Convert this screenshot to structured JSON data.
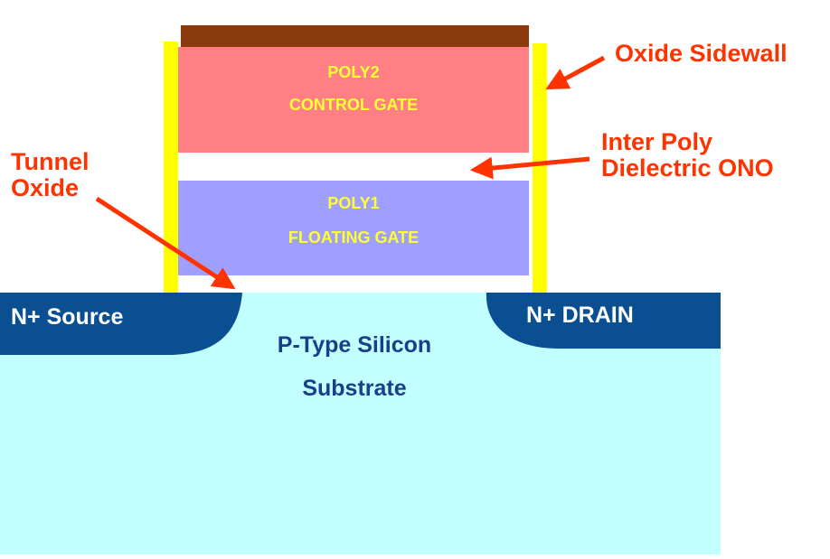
{
  "gate_stack": {
    "poly2_line1": "POLY2",
    "poly2_line2": "CONTROL GATE",
    "poly1_line1": "POLY1",
    "poly1_line2": "FLOATING GATE"
  },
  "callouts": {
    "oxide_sidewall": "Oxide Sidewall",
    "inter_poly_line1": "Inter Poly",
    "inter_poly_line2": "Dielectric ONO",
    "tunnel_oxide_line1": "Tunnel",
    "tunnel_oxide_line2": "Oxide"
  },
  "regions": {
    "source": "N+ Source",
    "drain": "N+ DRAIN",
    "substrate_line1": "P-Type Silicon",
    "substrate_line2": "Substrate"
  },
  "colors": {
    "top_contact": "#8b3a0e",
    "control_gate": "#ff7f85",
    "floating_gate": "#9f9fff",
    "sidewall": "#ffff00",
    "substrate": "#c2ffff",
    "n_plus": "#0a4f91",
    "callout_text": "#ff3300",
    "gate_text": "#ffff33",
    "substrate_text": "#1a3f8a"
  }
}
